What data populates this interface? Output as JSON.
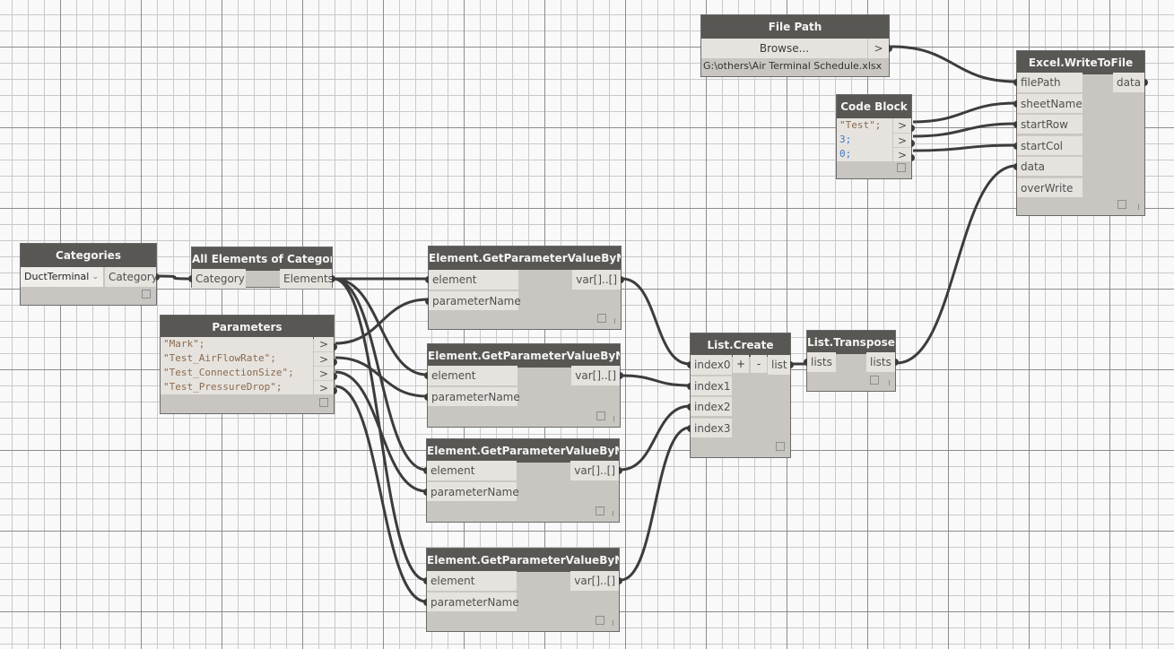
{
  "canvas": {
    "background": "#f9f9f9",
    "wire_color": "#3c3c3c",
    "node_header_color": "#595753",
    "node_body_color": "#c9c6c1",
    "port_color": "#e6e3de"
  },
  "file_path": {
    "title": "File Path",
    "browse_label": "Browse...",
    "output_arrow": ">",
    "value": "G:\\others\\Air Terminal Schedule.xlsx"
  },
  "excel": {
    "title": "Excel.WriteToFile",
    "inputs": [
      "filePath",
      "sheetName",
      "startRow",
      "startCol",
      "data",
      "overWrite"
    ],
    "output": "data"
  },
  "code_block": {
    "title": "Code Block",
    "lines": [
      "\"Test\";",
      "3;",
      "0;"
    ],
    "output_arrow": ">"
  },
  "categories": {
    "title": "Categories",
    "selected": "DuctTerminal",
    "output": "Category"
  },
  "all_elements": {
    "title": "All Elements of Category",
    "input": "Category",
    "output": "Elements"
  },
  "parameters": {
    "title": "Parameters",
    "lines": [
      "\"Mark\";",
      "\"Test_AirFlowRate\";",
      "\"Test_ConnectionSize\";",
      "\"Test_PressureDrop\";"
    ],
    "output_arrow": ">"
  },
  "get_param_nodes": [
    {
      "title": "Element.GetParameterValueByName",
      "inputs": [
        "element",
        "parameterName"
      ],
      "output": "var[]..[]"
    },
    {
      "title": "Element.GetParameterValueByName",
      "inputs": [
        "element",
        "parameterName"
      ],
      "output": "var[]..[]"
    },
    {
      "title": "Element.GetParameterValueByName",
      "inputs": [
        "element",
        "parameterName"
      ],
      "output": "var[]..[]"
    },
    {
      "title": "Element.GetParameterValueByName",
      "inputs": [
        "element",
        "parameterName"
      ],
      "output": "var[]..[]"
    }
  ],
  "list_create": {
    "title": "List.Create",
    "inputs": [
      "index0",
      "index1",
      "index2",
      "index3"
    ],
    "add_label": "+",
    "remove_label": "-",
    "output": "list"
  },
  "list_transpose": {
    "title": "List.Transpose",
    "input": "lists",
    "output": "lists"
  }
}
